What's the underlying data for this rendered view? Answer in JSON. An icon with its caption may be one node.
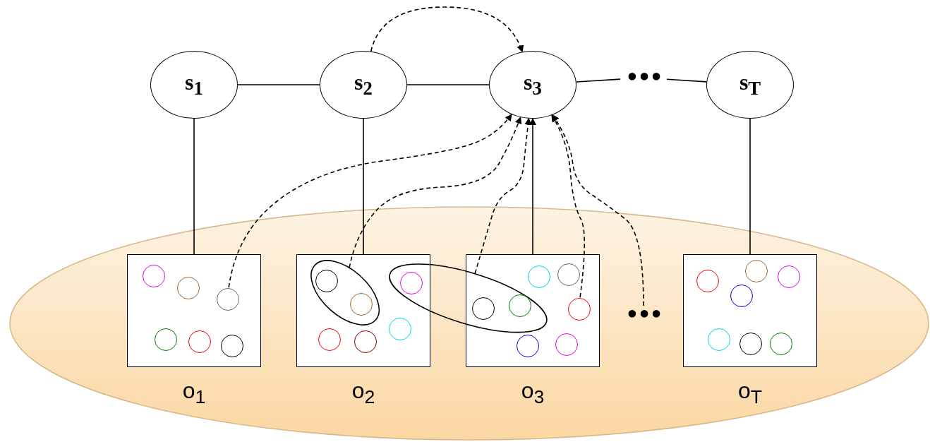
{
  "diagram": {
    "nodes": [
      {
        "text": [
          "s$_{1}$"
        ]
      },
      {
        "text": [
          "s$_{2}$"
        ]
      },
      {
        "text": [
          "s$_{3}$"
        ]
      },
      {
        "text": [
          "•••"
        ]
      },
      {
        "text": [
          "s$_{T}$"
        ]
      },
      {
        "text": [],
        "shape": "ellipse"
      },
      {
        "text": [
          "o$_{1}$"
        ],
        "in": 5
      },
      {
        "text": [],
        "shape": "circle",
        "in": 6
      },
      {
        "text": [],
        "shape": "circle",
        "in": 6
      },
      {
        "text": [],
        "shape": "circle",
        "in": 6
      },
      {
        "text": [],
        "shape": "circle",
        "in": 6
      },
      {
        "text": [],
        "shape": "circle",
        "in": 6
      },
      {
        "text": [],
        "shape": "circle",
        "in": 6
      },
      {
        "text": [
          "o$_{2}$"
        ],
        "in": 5
      },
      {
        "text": [],
        "shape": "ellipse",
        "in": 13
      },
      {
        "text": [],
        "shape": "circle",
        "in": 14
      },
      {
        "text": [],
        "shape": "circle",
        "in": 14
      },
      {
        "text": [],
        "shape": "circle"
      },
      {
        "text": [],
        "shape": "circle",
        "in": 13
      },
      {
        "text": [],
        "shape": "circle",
        "in": 13
      },
      {
        "text": [],
        "shape": "circle",
        "in": 13
      },
      {
        "text": [],
        "shape": "ellipse",
        "in": 5
      },
      {
        "text": [],
        "shape": "circle"
      },
      {
        "text": [],
        "shape": "circle"
      },
      {
        "text": [
          "o$_{3}$"
        ],
        "in": 5
      },
      {
        "text": [],
        "shape": "circle",
        "in": 24
      },
      {
        "text": [],
        "shape": "circle",
        "in": 24
      },
      {
        "text": [],
        "shape": "circle",
        "in": 24
      },
      {
        "text": [],
        "shape": "circle",
        "in": 24
      },
      {
        "text": [],
        "shape": "circle",
        "in": 24
      },
      {
        "text": [
          "•••"
        ],
        "in": 5
      },
      {
        "text": [
          "o$_{T}$"
        ],
        "in": 5
      },
      {
        "text": [],
        "shape": "circle",
        "in": 31
      },
      {
        "text": [],
        "shape": "circle",
        "in": 31
      },
      {
        "text": [],
        "shape": "circle",
        "in": 31
      },
      {
        "text": [],
        "shape": "circle",
        "in": 31
      },
      {
        "text": [],
        "shape": "circle",
        "in": 31
      },
      {
        "text": [],
        "shape": "circle",
        "in": 31
      },
      {
        "text": [],
        "shape": "circle",
        "in": 31
      }
    ],
    "edges": [
      {
        "from": 0,
        "to": 1,
        "arrow": "none"
      },
      {
        "from": 1,
        "to": 2,
        "arrow": "none"
      },
      {
        "from": 2,
        "to": 3,
        "arrow": "none"
      },
      {
        "from": 3,
        "to": 4,
        "arrow": "none"
      },
      {
        "from": 0,
        "to": 6,
        "arrow": "none"
      },
      {
        "from": 1,
        "to": 13,
        "arrow": "none"
      },
      {
        "from": 24,
        "to": 2,
        "arrow": "to"
      },
      {
        "from": 4,
        "to": 31,
        "arrow": "none"
      },
      {
        "from": 1,
        "to": 2,
        "arrow": "to",
        "style": "dashed"
      },
      {
        "from": 9,
        "to": 2,
        "arrow": "to",
        "style": "dashed"
      },
      {
        "from": 14,
        "to": 2,
        "arrow": "to",
        "style": "dashed"
      },
      {
        "from": 21,
        "to": 2,
        "arrow": "to",
        "style": "dashed"
      },
      {
        "from": 27,
        "to": 2,
        "arrow": "to",
        "style": "dashed"
      },
      {
        "from": 30,
        "to": 2,
        "arrow": "to",
        "style": "dashed"
      }
    ]
  }
}
